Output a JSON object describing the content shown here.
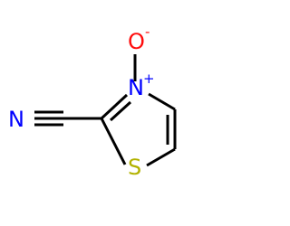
{
  "molecule": {
    "atoms": {
      "oxygen": {
        "symbol": "O",
        "charge": "-",
        "color": "#ff0d0d"
      },
      "nitrogen_ring": {
        "symbol": "N",
        "charge": "+",
        "color": "#0000ff"
      },
      "nitrogen_nitrile": {
        "symbol": "N",
        "color": "#0000ff"
      },
      "sulfur": {
        "symbol": "S",
        "color": "#b2b200"
      }
    },
    "bond_color": "#000000"
  }
}
